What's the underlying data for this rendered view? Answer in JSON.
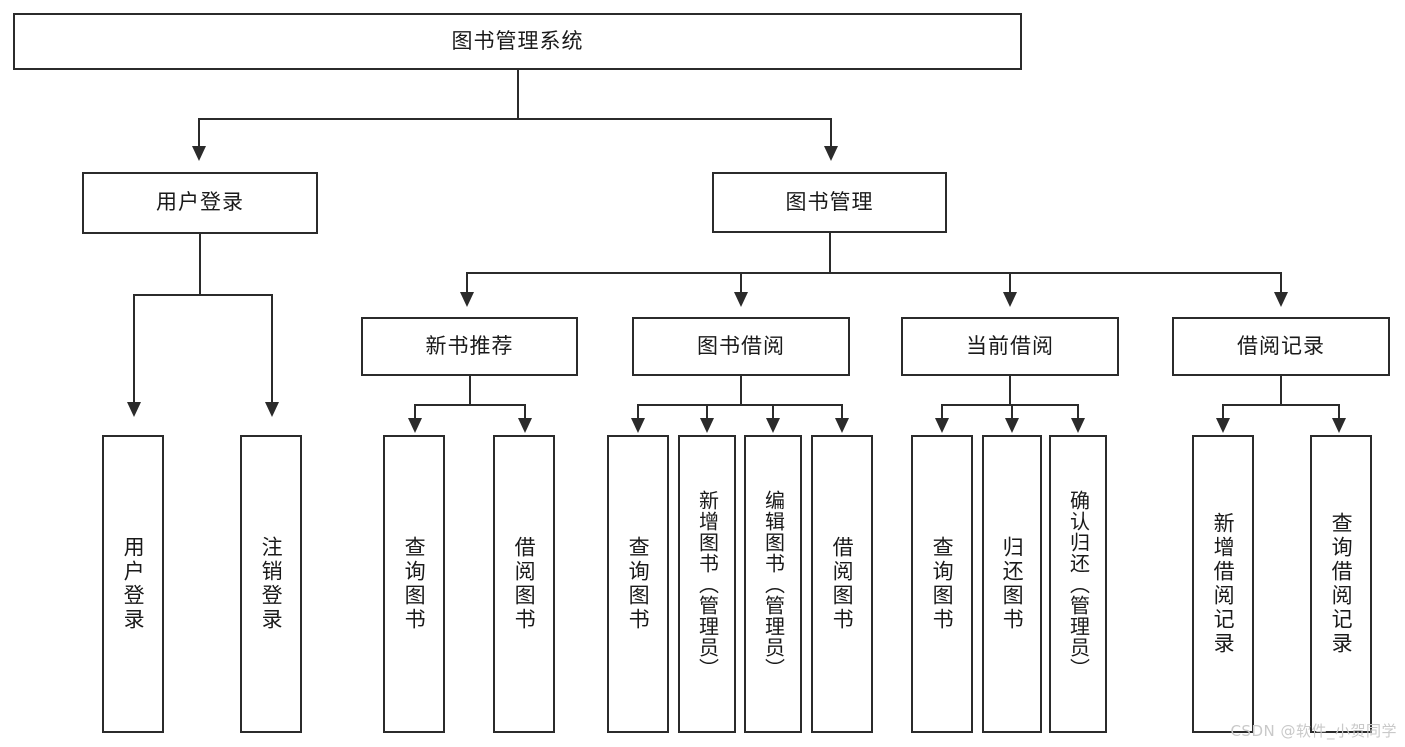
{
  "diagram": {
    "type": "hierarchy-tree",
    "title": "图书管理系统",
    "watermark": "CSDN @软件_小贺同学",
    "colors": {
      "stroke": "#2b2b2b",
      "fill": "#ffffff",
      "text": "#1a1a1a",
      "watermark": "#c9c9c9"
    },
    "root": {
      "label": "图书管理系统"
    },
    "level2": [
      {
        "label": "用户登录"
      },
      {
        "label": "图书管理"
      }
    ],
    "level3": [
      {
        "label": "新书推荐"
      },
      {
        "label": "图书借阅"
      },
      {
        "label": "当前借阅"
      },
      {
        "label": "借阅记录"
      }
    ],
    "leaves": {
      "user_login": [
        {
          "label": "用户登录"
        },
        {
          "label": "注销登录"
        }
      ],
      "new_book_recommend": [
        {
          "label": "查询图书"
        },
        {
          "label": "借阅图书"
        }
      ],
      "book_borrow": [
        {
          "label": "查询图书"
        },
        {
          "label": "新增图书（管理员）"
        },
        {
          "label": "编辑图书（管理员）"
        },
        {
          "label": "借阅图书"
        }
      ],
      "current_borrow": [
        {
          "label": "查询图书"
        },
        {
          "label": "归还图书"
        },
        {
          "label": "确认归还（管理员）"
        }
      ],
      "borrow_record": [
        {
          "label": "新增借阅记录"
        },
        {
          "label": "查询借阅记录"
        }
      ]
    }
  }
}
